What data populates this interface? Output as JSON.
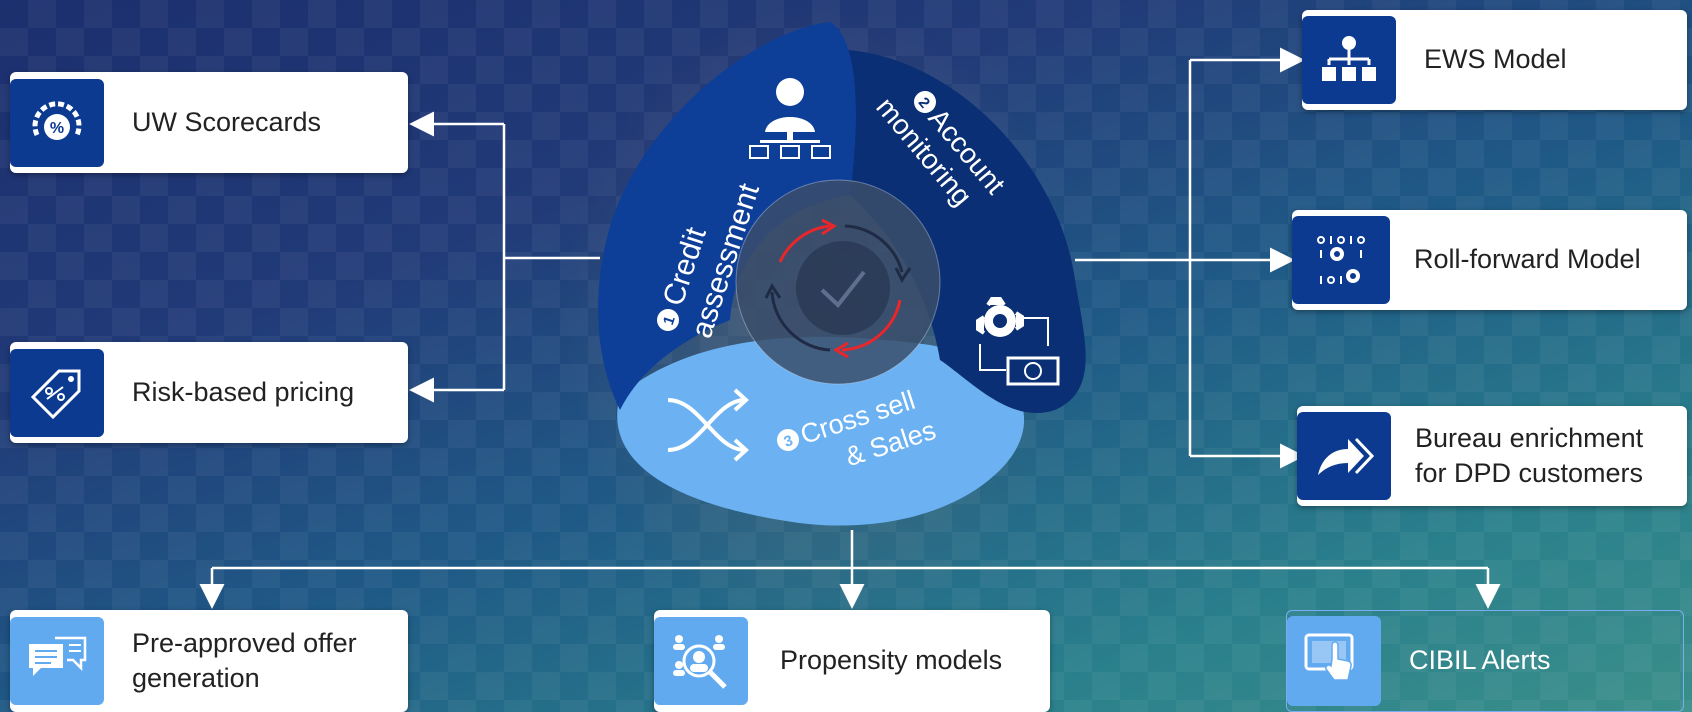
{
  "cycle": {
    "stage1": {
      "number": "1",
      "label_line1": "Credit",
      "label_line2": "assessment"
    },
    "stage2": {
      "number": "2",
      "label_line1": "Account",
      "label_line2": "monitoring"
    },
    "stage3": {
      "number": "3",
      "label_line1": "Cross sell",
      "label_line2": "& Sales"
    }
  },
  "left_cards": [
    {
      "label": "UW Scorecards",
      "icon": "percent-gauge-icon"
    },
    {
      "label": "Risk-based pricing",
      "icon": "price-tag-icon"
    }
  ],
  "right_cards": [
    {
      "label": "EWS Model",
      "icon": "org-chart-icon"
    },
    {
      "label": "Roll-forward Model",
      "icon": "binary-gears-icon"
    },
    {
      "label_line1": "Bureau enrichment",
      "label_line2": "for DPD customers",
      "icon": "forward-arrow-icon"
    }
  ],
  "bottom_cards": [
    {
      "label_line1": "Pre-approved offer",
      "label_line2": "generation",
      "icon": "chat-bubbles-icon"
    },
    {
      "label": "Propensity models",
      "icon": "people-search-icon"
    },
    {
      "label": "CIBIL Alerts",
      "icon": "touch-screen-icon"
    }
  ],
  "colors": {
    "stage1": "#0e3f98",
    "stage2": "#0a2f74",
    "stage3": "#6cb2f2",
    "icon_dark": "#0c3a91",
    "icon_light": "#62aaf0",
    "arrow_red": "#e8262b"
  }
}
